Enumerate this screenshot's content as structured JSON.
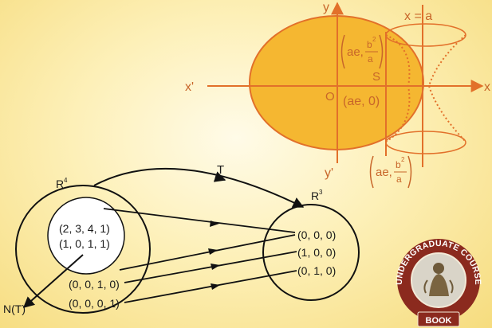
{
  "ellipse_figure": {
    "axis_y": "y",
    "axis_y_prime": "y'",
    "axis_x": "x",
    "axis_x_prime": "x'",
    "origin": "O",
    "focus": "S",
    "directrix": "x = a",
    "focus_point": "(ae, 0)",
    "latus_top_prefix": "ae,",
    "latus_bottom_prefix": "ae,",
    "frac_num": "b",
    "frac_exp": "2",
    "frac_den": "a",
    "colors": {
      "fill": "#f5b731",
      "line": "#e2702a",
      "text": "#c8662a"
    }
  },
  "mapping_figure": {
    "domain_label": "R",
    "domain_exp": "4",
    "codomain_label": "R",
    "codomain_exp": "3",
    "map_label": "T",
    "kernel_label": "N(T)",
    "kernel_vectors": [
      "(2, 3, 4, 1)",
      "(1, 0, 1, 1)"
    ],
    "domain_vectors": [
      "(0, 0, 1, 0)",
      "(0, 0, 0, 1)"
    ],
    "codomain_vectors": [
      "(0, 0, 0)",
      "(1, 0, 0)",
      "(0, 1, 0)"
    ]
  },
  "badge": {
    "text_top": "UNDERGRADUATE COURSE",
    "text_bottom": "BOOK",
    "colors": {
      "outer": "#8b2a1e",
      "inner": "#d9d4c8"
    }
  }
}
